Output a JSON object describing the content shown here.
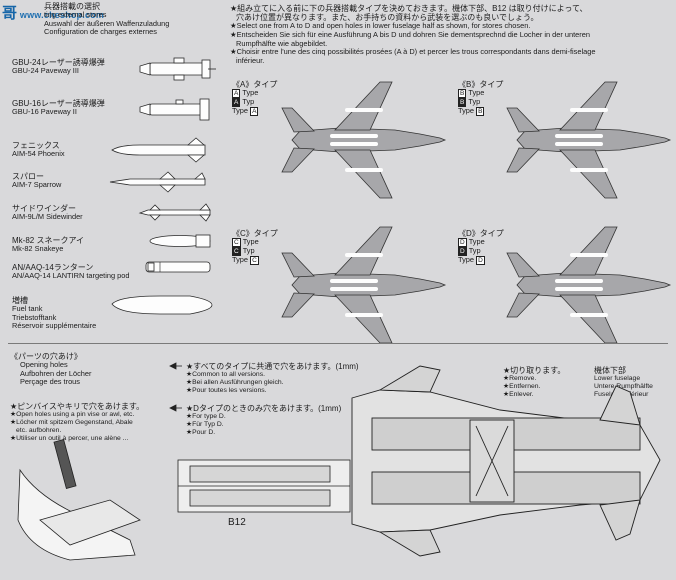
{
  "left_header": {
    "jp": "兵器搭載の選択",
    "en": "ting external stores",
    "de": "Auswahl der äußeren Waffenzuladung",
    "fr": "Configuration de charges externes"
  },
  "stores": [
    {
      "jp": "GBU-24レーザー誘導爆弾",
      "en": "GBU-24 Paveway III"
    },
    {
      "jp": "GBU-16レーザー誘導爆弾",
      "en": "GBU-16 Paveway II"
    },
    {
      "jp": "フェニックス",
      "en": "AIM-54 Phoenix"
    },
    {
      "jp": "スパロー",
      "en": "AIM-7 Sparrow"
    },
    {
      "jp": "サイドワインダー",
      "en": "AIM-9L/M Sidewinder"
    },
    {
      "jp": "Mk-82 スネークアイ",
      "en": "Mk-82 Snakeye"
    },
    {
      "jp": "AN/AAQ-14ランターン",
      "en": "AN/AAQ-14 LANTIRN targeting pod"
    },
    {
      "jp": "増槽",
      "en": "Fuel tank",
      "de": "Triebstofftank",
      "fr": "Réservoir supplémentaire"
    }
  ],
  "top_instructions": [
    "★組み立てに入る前に下の兵器搭載タイプを決めておきます。機体下部、B12 は取り付けによって、",
    "穴あけ位置が異なります。また、お手持ちの資料から武装を選ぶのも良いでしょう。",
    "★Select one from A to D and open holes in lower fuselage half as shown, for stores chosen.",
    "★Entscheiden Sie sich für eine Ausführung A bis D und dohren Sie dementsprechnd die Locher in der unteren",
    "Rumpfhälfte wie abgebildet.",
    "★Choisir entre l'une des cinq possibilités prosées (A à D) et percer les trous correspondants dans demi-fiselage",
    "inférieur."
  ],
  "types": [
    {
      "letter": "A",
      "jp": "《A》タイプ",
      "lines": [
        "Type",
        "Typ",
        "Type"
      ]
    },
    {
      "letter": "B",
      "jp": "《B》タイプ",
      "lines": [
        "Type",
        "Typ",
        "Type"
      ]
    },
    {
      "letter": "C",
      "jp": "《C》タイプ",
      "lines": [
        "Type",
        "Typ",
        "Type"
      ]
    },
    {
      "letter": "D",
      "jp": "《D》タイプ",
      "lines": [
        "Type",
        "Typ",
        "Type"
      ]
    }
  ],
  "holes": {
    "jp": "《パーツの穴あけ》",
    "en": "Opening holes",
    "de": "Aufbohren der Löcher",
    "fr": "Perçage des trous",
    "drill_jp": "★ピンバイスやキリで穴をあけます。",
    "drill_en": "★Open holes using a pin vise or awl, etc.",
    "drill_de1": "★Löcher mit spitzem Gegenstand, Abale",
    "drill_de2": "etc. aufbohren.",
    "drill_fr": "★Utiliser un outil à percer, une alène ..."
  },
  "all_versions": {
    "jp": "★すべてのタイプに共通で穴をあけます。(1mm)",
    "en": "★Common to all versions.",
    "de": "★Bei allen Ausführungen gleich.",
    "fr": "★Pour toutes les versions."
  },
  "d_only": {
    "jp": "★Dタイプのときのみ穴をあけます。(1mm)",
    "en": "★For type D.",
    "de": "★Für Typ D.",
    "fr": "★Pour D."
  },
  "remove": {
    "jp": "★切り取ります。",
    "en": "★Remove.",
    "de": "★Entfernen.",
    "fr": "★Enlever."
  },
  "lower_fuselage": {
    "jp": "機体下部",
    "en": "Lower fuselage",
    "de": "Untere Rumpfhälfte",
    "fr": "Fuselage inférieur"
  },
  "part_label": "B12",
  "watermark": {
    "big": "哥",
    "small": "www.cheshop.com"
  }
}
